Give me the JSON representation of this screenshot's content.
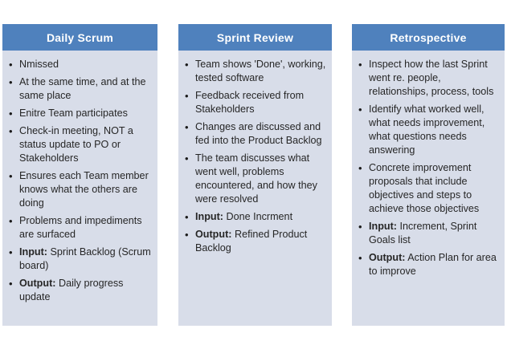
{
  "colors": {
    "header_bg": "#4F81BD",
    "header_text": "#FFFFFF",
    "body_bg": "#D8DDE9",
    "body_text": "#262626"
  },
  "columns": [
    {
      "title": "Daily Scrum",
      "items": [
        {
          "text": "Nmissed"
        },
        {
          "text": "At the same time, and at the same place"
        },
        {
          "text": "Enitre Team participates"
        },
        {
          "text": "Check-in meeting, NOT a status update to PO or Stakeholders"
        },
        {
          "text": "Ensures each Team member knows what the others are doing"
        },
        {
          "text": "Problems and impediments are surfaced"
        },
        {
          "label": "Input:",
          "text": "Sprint Backlog (Scrum board)"
        },
        {
          "label": "Output:",
          "text": "Daily progress update"
        }
      ]
    },
    {
      "title": "Sprint Review",
      "items": [
        {
          "text": "Team shows 'Done', working, tested software"
        },
        {
          "text": "Feedback received from Stakeholders"
        },
        {
          "text": "Changes are discussed and fed into the Product Backlog"
        },
        {
          "text": "The team discusses what went well, problems encountered, and how they were resolved"
        },
        {
          "label": "Input:",
          "text": "Done Incrment"
        },
        {
          "label": "Output:",
          "text": "Refined Product Backlog"
        }
      ]
    },
    {
      "title": "Retrospective",
      "items": [
        {
          "text": "Inspect how the last Sprint went re. people, relationships, process, tools"
        },
        {
          "text": "Identify what worked well, what needs improvement, what questions needs answering"
        },
        {
          "text": "Concrete improvement proposals that include objectives and steps to achieve those objectives"
        },
        {
          "label": "Input:",
          "text": "Increment, Sprint Goals list"
        },
        {
          "label": "Output:",
          "text": "Action Plan for area to improve"
        }
      ]
    }
  ]
}
